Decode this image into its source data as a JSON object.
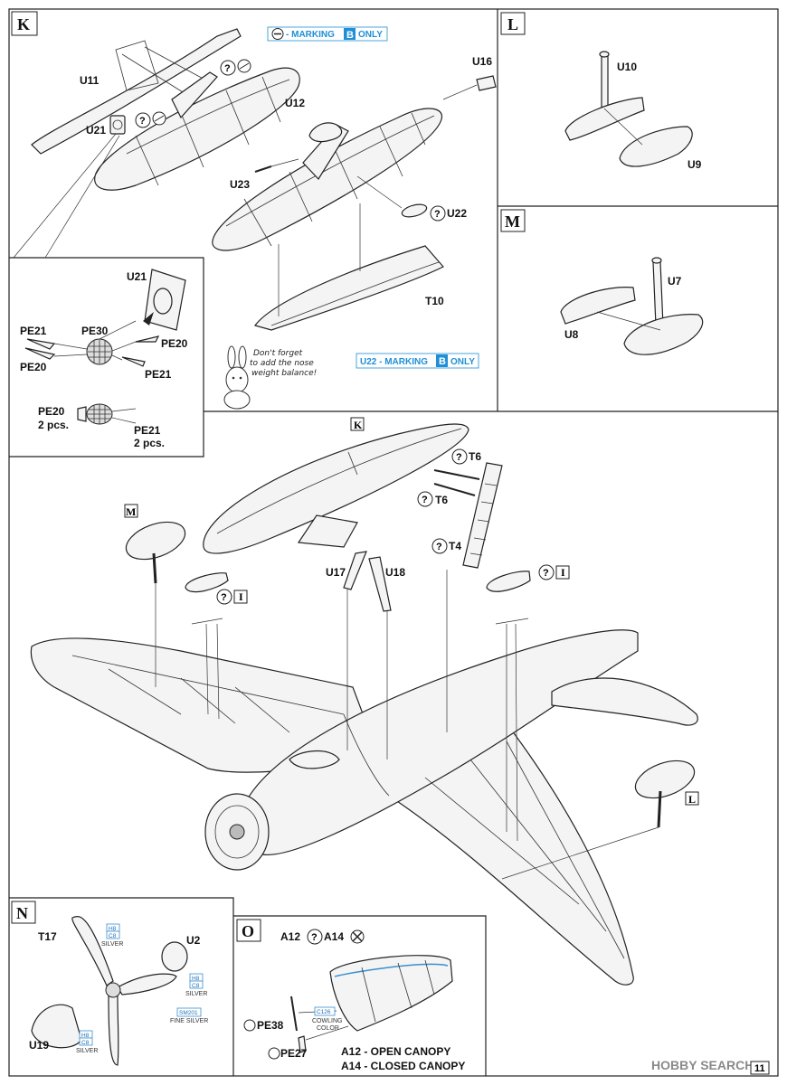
{
  "sections": {
    "K": {
      "letter": "K"
    },
    "L": {
      "letter": "L"
    },
    "M": {
      "letter": "M"
    },
    "N": {
      "letter": "N"
    },
    "O": {
      "letter": "O"
    }
  },
  "marking_notes": {
    "top": {
      "text_before": "- MARKING",
      "marking": "B",
      "text_after": "ONLY"
    },
    "u22": {
      "text_before": "U22 - MARKING",
      "marking": "B",
      "text_after": "ONLY"
    }
  },
  "mascot_note": {
    "line1": "Don't forget",
    "line2": "to add the nose",
    "line3": "weight balance!"
  },
  "parts": {
    "U11": "U11",
    "U12": "U12",
    "U21": "U21",
    "U23": "U23",
    "U16": "U16",
    "U22": "U22",
    "T10": "T10",
    "U10": "U10",
    "U9": "U9",
    "U7": "U7",
    "U8": "U8",
    "PE21": "PE21",
    "PE30": "PE30",
    "PE20": "PE20",
    "T6a": "T6",
    "T6b": "T6",
    "T4": "T4",
    "U17": "U17",
    "U18": "U18",
    "T17": "T17",
    "U2": "U2",
    "U19": "U19",
    "A12": "A12",
    "A14": "A14",
    "PE38": "PE38",
    "PE27": "PE27"
  },
  "quantities": {
    "pe20_qty": "2 pcs.",
    "pe21_qty": "2 pcs."
  },
  "callouts": {
    "main_K": "K",
    "main_M": "M",
    "main_L": "L",
    "main_I_1": "I",
    "main_I_2": "I"
  },
  "paints": {
    "n_top": {
      "h": "H8",
      "c": "C8",
      "name": "SILVER"
    },
    "n_mid": {
      "h": "H8",
      "c": "C8",
      "name": "SILVER"
    },
    "n_sm": {
      "code": "SM201",
      "name": "FINE SILVER"
    },
    "n_bottom": {
      "h": "H8",
      "c": "C8",
      "name": "SILVER"
    },
    "o_cowl": {
      "code": "C126",
      "name1": "COWLING",
      "name2": "COLOR"
    }
  },
  "canopy_notes": {
    "open": "A12 - OPEN CANOPY",
    "closed": "A14 - CLOSED CANOPY"
  },
  "page_number": "11",
  "watermark": "HOBBY SEARCH",
  "colors": {
    "marking_blue": "#1f8fd6",
    "line": "#222222"
  }
}
